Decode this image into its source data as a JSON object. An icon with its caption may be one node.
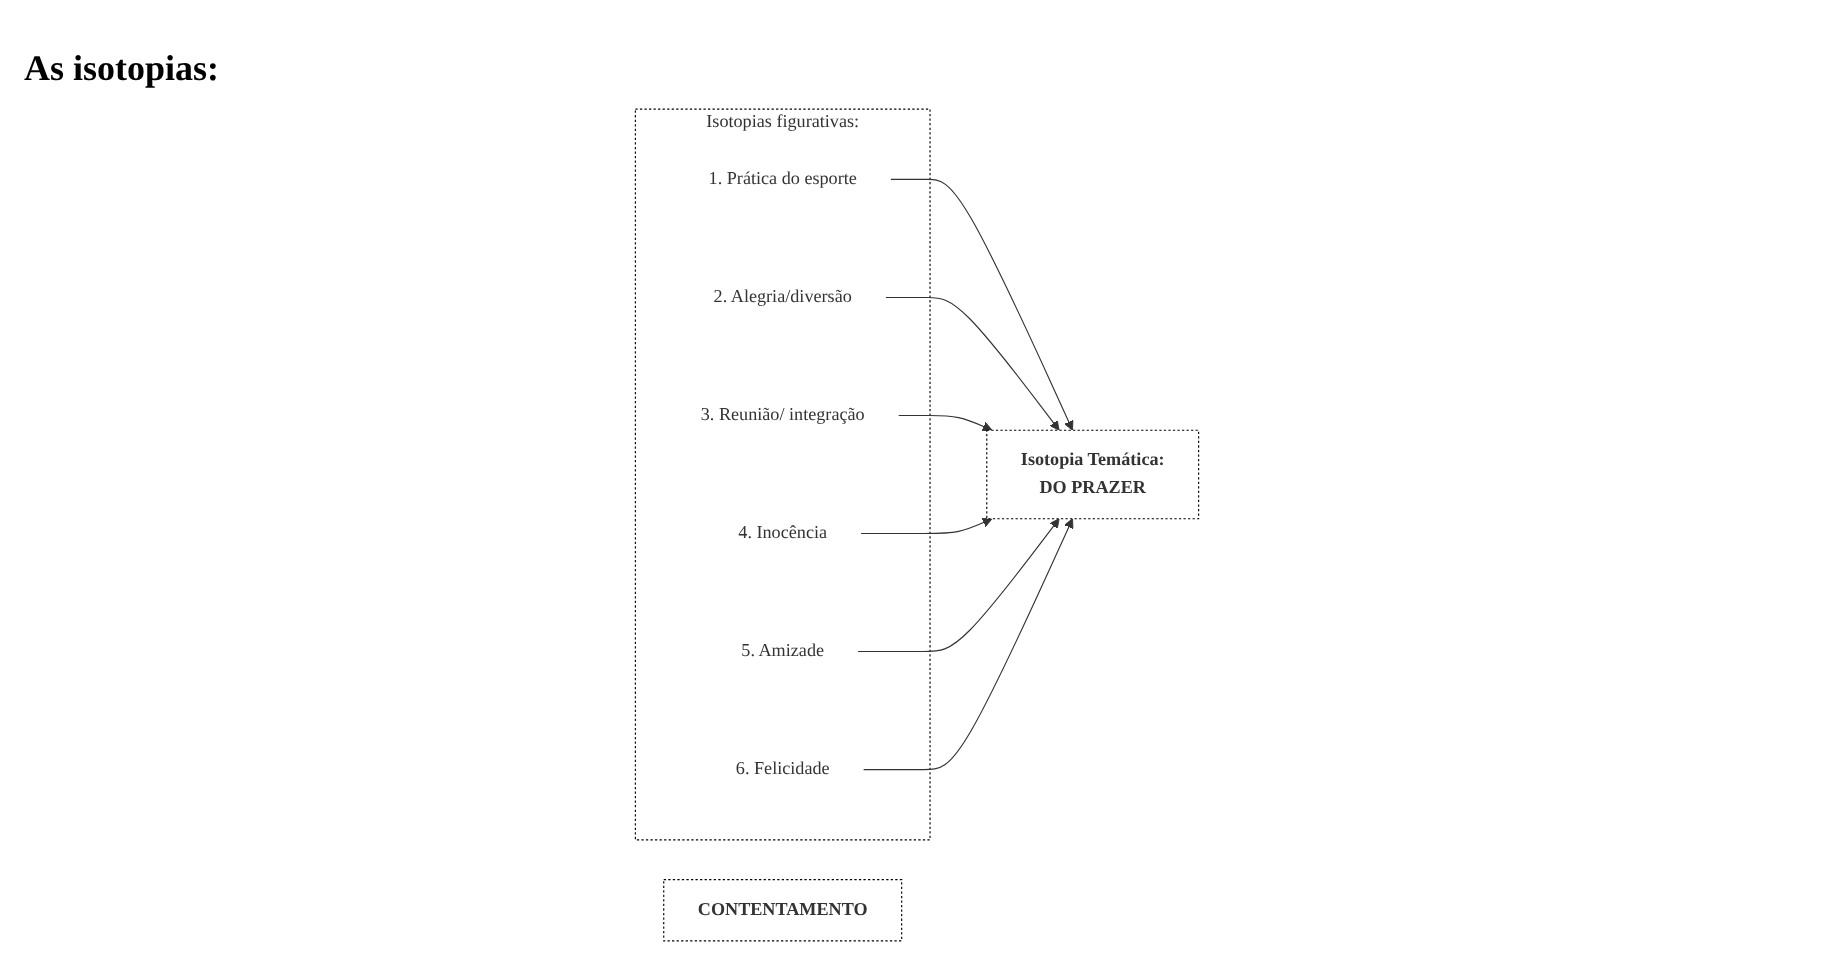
{
  "diagram": {
    "nodes": [
      {
        "text": [
          "CONTENTAMENTO"
        ]
      },
      {
        "text": [
          "Isotopias figurativas:"
        ]
      },
      {
        "text": [
          "1. Prática do esporte"
        ],
        "in": 1
      },
      {
        "text": [
          "2. Alegria/diversão"
        ],
        "in": 1
      },
      {
        "text": [
          "3. Reunião/ integração"
        ],
        "in": 1
      },
      {
        "text": [
          "4. Inocência"
        ],
        "in": 1
      },
      {
        "text": [
          "5. Amizade"
        ],
        "in": 1
      },
      {
        "text": [
          "6. Felicidade"
        ],
        "in": 1
      },
      {
        "text": [
          "Isotopia Temática:",
          "DO PRAZER"
        ]
      }
    ],
    "edges": [
      {
        "from": 2,
        "to": 8,
        "arrow": "to"
      },
      {
        "from": 3,
        "to": 8,
        "arrow": "to"
      },
      {
        "from": 4,
        "to": 8,
        "arrow": "to"
      },
      {
        "from": 5,
        "to": 8,
        "arrow": "to"
      },
      {
        "from": 6,
        "to": 8,
        "arrow": "to"
      },
      {
        "from": 7,
        "to": 8,
        "arrow": "to"
      }
    ],
    "labels": [
      "As isotopias:"
    ]
  }
}
